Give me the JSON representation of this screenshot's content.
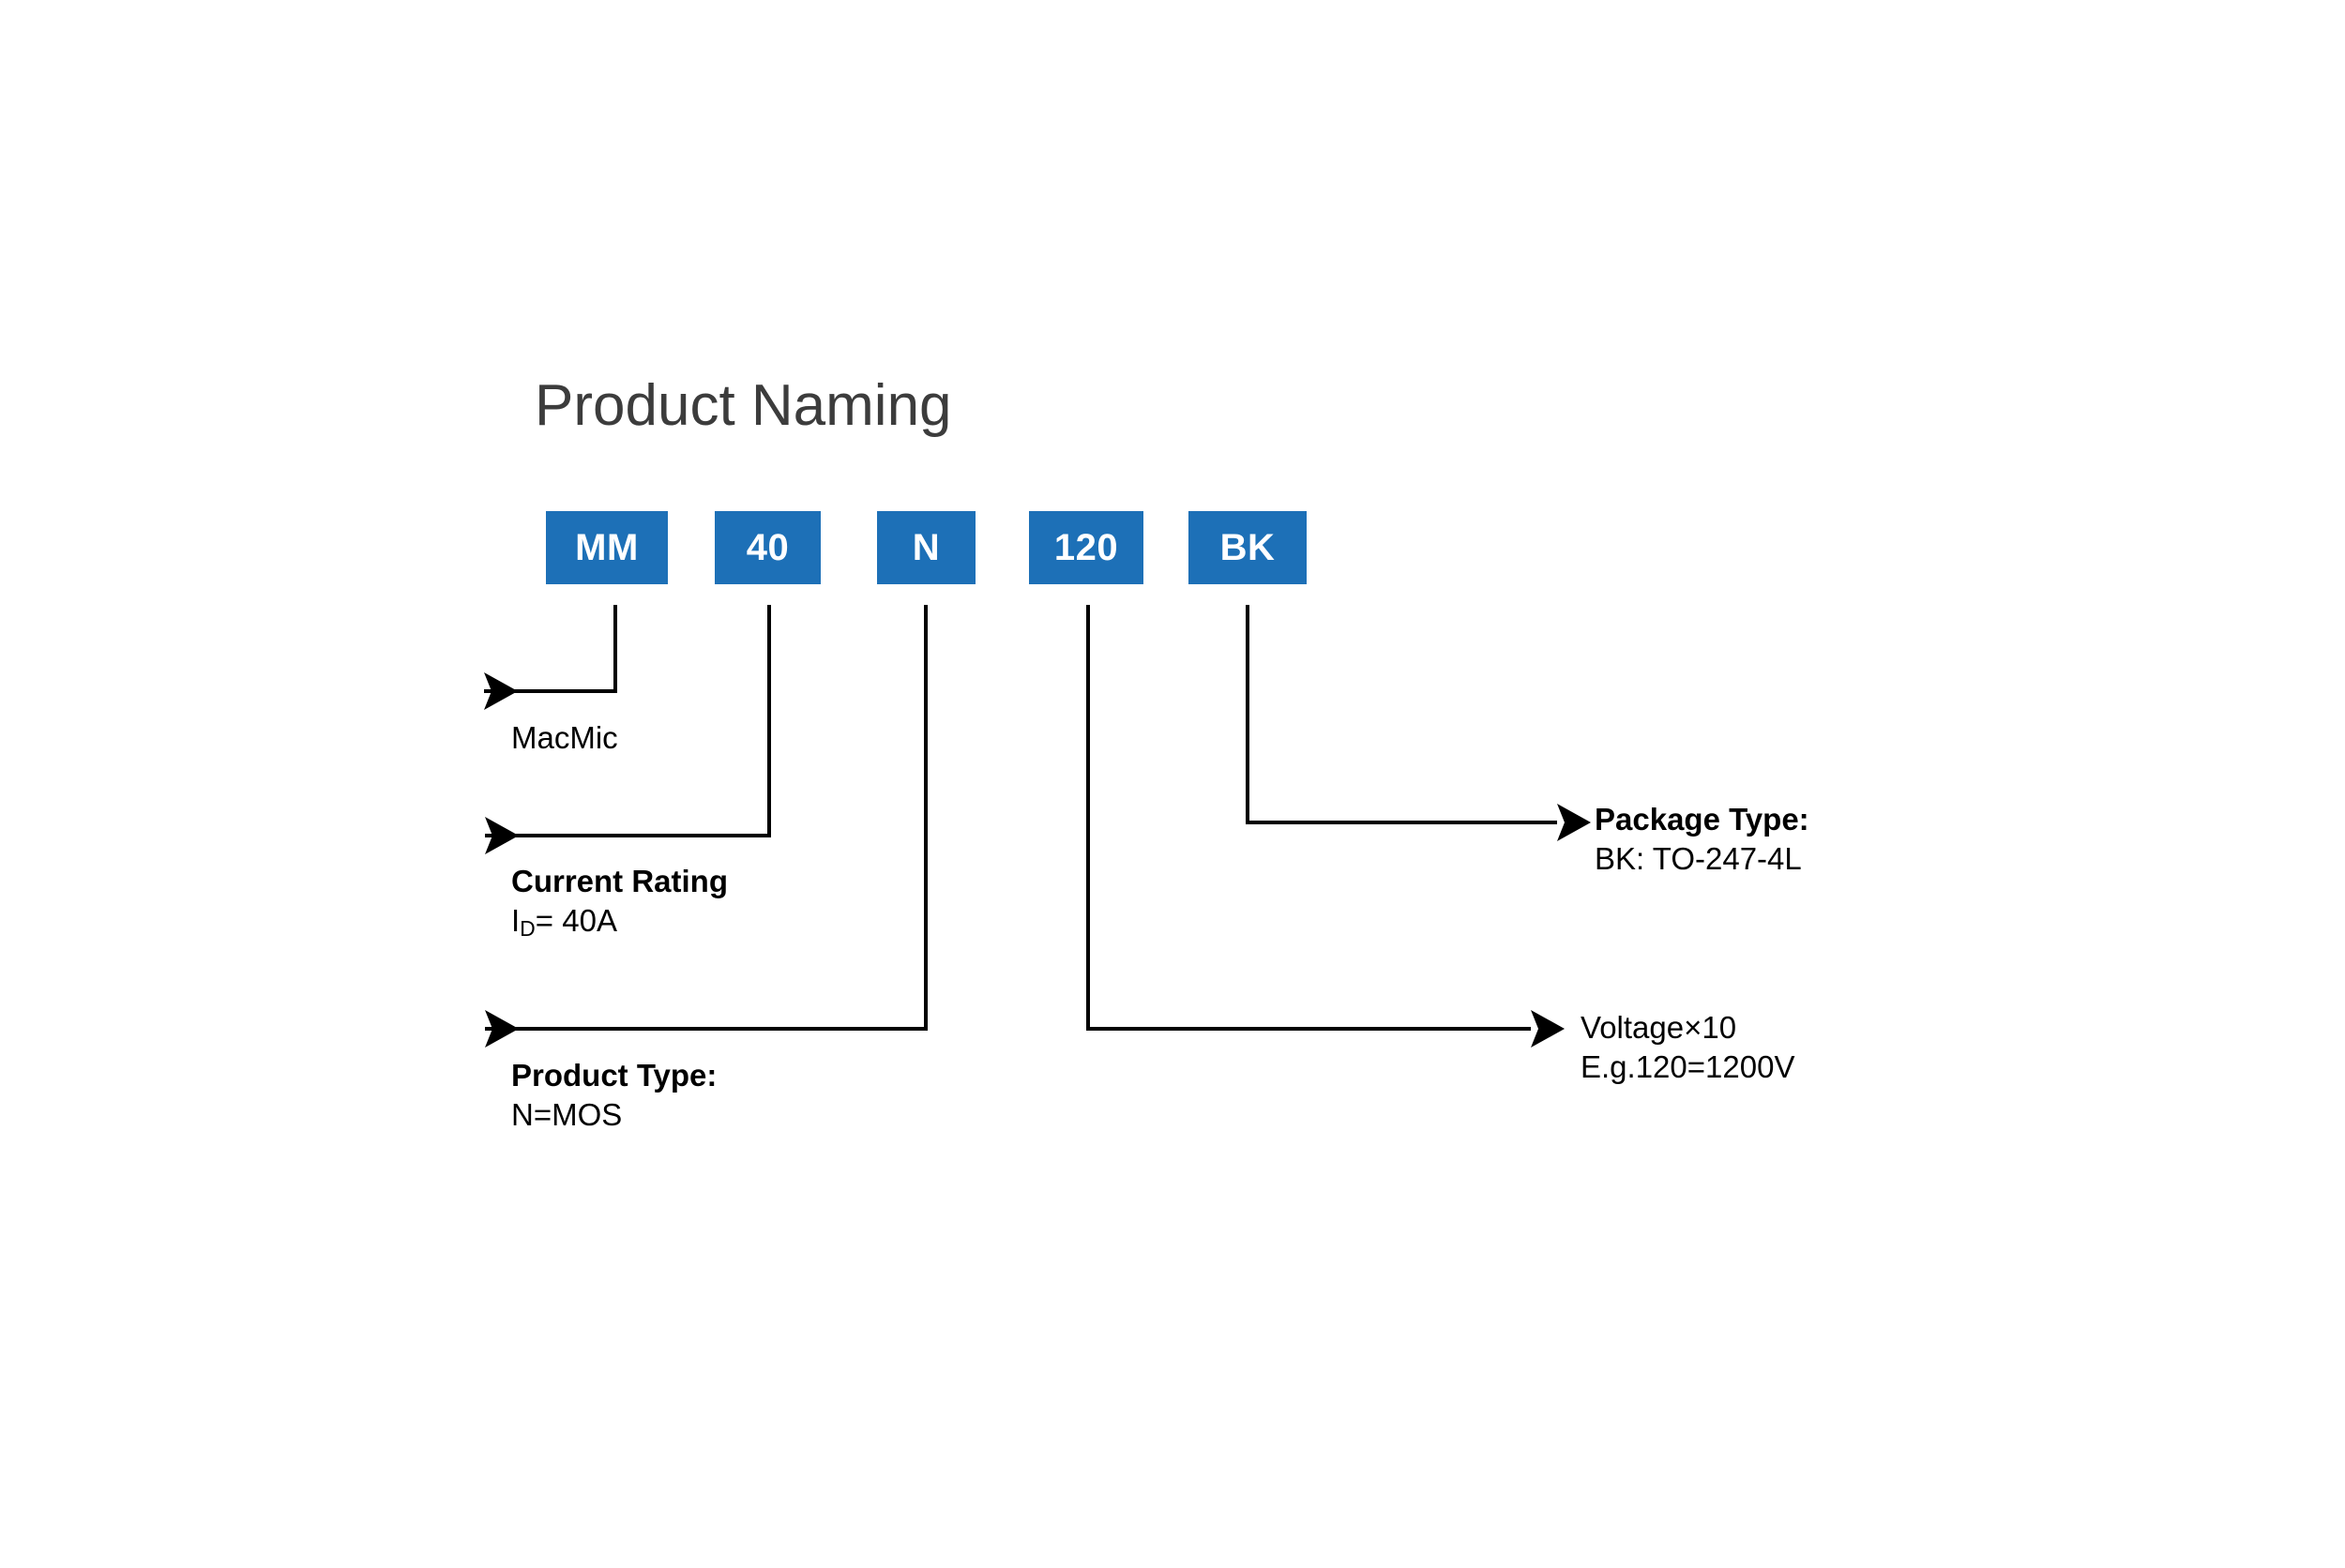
{
  "title": "Product Naming",
  "colors": {
    "box_fill": "#1d70b7",
    "box_text": "#ffffff",
    "title_text": "#3c3c3c",
    "line": "#000000",
    "background": "#ffffff"
  },
  "part_number": {
    "segments": [
      {
        "label": "MM"
      },
      {
        "label": "40"
      },
      {
        "label": "N"
      },
      {
        "label": "120"
      },
      {
        "label": "BK"
      }
    ]
  },
  "callouts": [
    {
      "id": "macmic",
      "heading": "MacMic",
      "heading_bold": false,
      "detail": "",
      "arrow": "left-arrow"
    },
    {
      "id": "current-rating",
      "heading": "Current Rating",
      "heading_bold": true,
      "detail_prefix": "I",
      "detail_sub": "D",
      "detail_suffix": "= 40A",
      "arrow": "left-arrow"
    },
    {
      "id": "product-type",
      "heading": "Product Type:",
      "heading_bold": true,
      "detail": "N=MOS",
      "arrow": "left-arrow"
    },
    {
      "id": "package-type",
      "heading": "Package Type:",
      "heading_bold": true,
      "detail": "BK: TO-247-4L",
      "arrow": "right-arrow"
    },
    {
      "id": "voltage",
      "heading": "Voltage×10",
      "heading_bold": false,
      "detail": "E.g.120=1200V",
      "arrow": "right-arrow"
    }
  ]
}
